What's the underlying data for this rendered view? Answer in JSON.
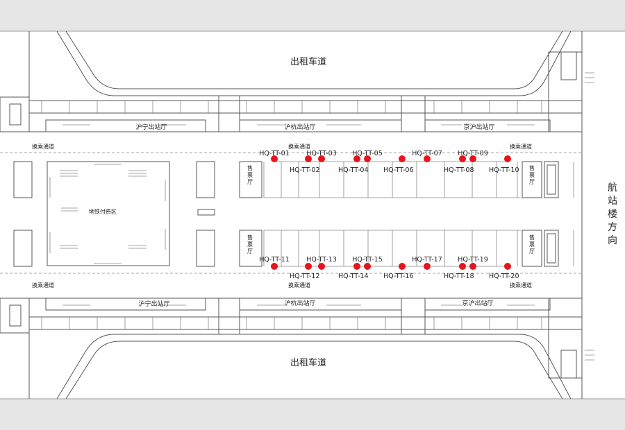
{
  "labels": {
    "taxi_top": "出租车道",
    "taxi_bottom": "出租车道",
    "terminal_direction": "航站楼方向",
    "metro_paid_area": "地铁付费区",
    "hall_huning_top": "沪宁出站厅",
    "hall_huhang_top": "沪杭出站厅",
    "hall_jinghu_top": "京沪出站厅",
    "hall_huning_bottom": "沪宁出站厅",
    "hall_huhang_bottom": "沪杭出站厅",
    "hall_jinghu_bottom": "京沪出站厅",
    "transfer_top_left": "换乘通道",
    "transfer_top_mid": "换乘通道",
    "transfer_top_right": "换乘通道",
    "transfer_bottom_left": "换乘通道",
    "transfer_bottom_mid": "换乘通道",
    "transfer_bottom_right": "换乘通道",
    "ticket_top_left": "售票厅",
    "ticket_top_right": "售票厅",
    "ticket_bottom_left": "售票厅",
    "ticket_bottom_right": "售票厅"
  },
  "ad_points": [
    {
      "id": "HQ-TT-01"
    },
    {
      "id": "HQ-TT-02"
    },
    {
      "id": "HQ-TT-03"
    },
    {
      "id": "HQ-TT-04"
    },
    {
      "id": "HQ-TT-05"
    },
    {
      "id": "HQ-TT-06"
    },
    {
      "id": "HQ-TT-07"
    },
    {
      "id": "HQ-TT-08"
    },
    {
      "id": "HQ-TT-09"
    },
    {
      "id": "HQ-TT-10"
    },
    {
      "id": "HQ-TT-11"
    },
    {
      "id": "HQ-TT-12"
    },
    {
      "id": "HQ-TT-13"
    },
    {
      "id": "HQ-TT-14"
    },
    {
      "id": "HQ-TT-15"
    },
    {
      "id": "HQ-TT-16"
    },
    {
      "id": "HQ-TT-17"
    },
    {
      "id": "HQ-TT-18"
    },
    {
      "id": "HQ-TT-19"
    },
    {
      "id": "HQ-TT-20"
    }
  ],
  "colors": {
    "point": "#e8141b",
    "line": "#555555",
    "background": "#ffffff",
    "page": "#e6e6e6"
  }
}
